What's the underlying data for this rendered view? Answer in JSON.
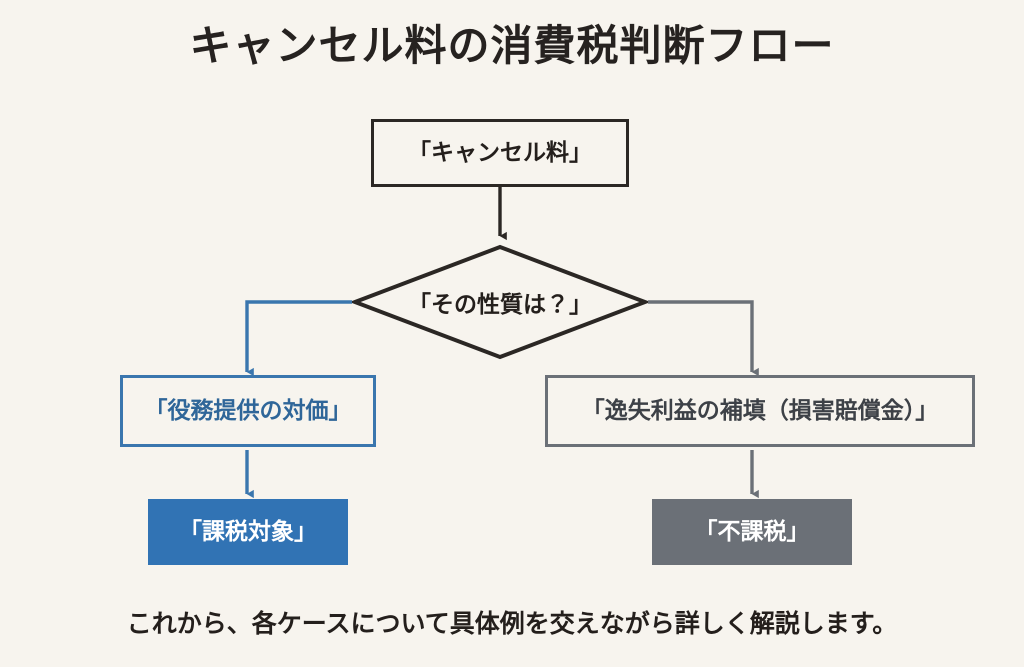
{
  "slide": {
    "title": "キャンセル料の消費税判断フロー",
    "caption": "これから、各ケースについて具体例を交えながら詳しく解説します。",
    "background_color": "#f7f4ee",
    "title_color": "#262220"
  },
  "palette": {
    "dark": "#2b2724",
    "blue": "#3173b4",
    "blue_border": "#3a76ae",
    "blue_text": "#2f6699",
    "gray": "#6b7077",
    "gray_text": "#3d4147",
    "white": "#ffffff",
    "cream": "#f7f4ee"
  },
  "flow": {
    "start": {
      "label": "「キャンセル料」",
      "shape": "rectangle",
      "style": "outline-dark"
    },
    "decision": {
      "label": "「その性質は？」",
      "shape": "diamond",
      "style": "outline-dark"
    },
    "branches": [
      {
        "side": "left",
        "color": "#3173b4",
        "condition_label": "",
        "middle": {
          "label": "「役務提供の対価」",
          "shape": "rectangle",
          "style": "outline-blue"
        },
        "result": {
          "label": "「課税対象」",
          "shape": "rectangle",
          "style": "filled-blue"
        }
      },
      {
        "side": "right",
        "color": "#6b7077",
        "condition_label": "",
        "middle": {
          "label": "「逸失利益の補填（損害賠償金）」",
          "shape": "rectangle",
          "style": "outline-gray"
        },
        "result": {
          "label": "「不課税」",
          "shape": "rectangle",
          "style": "filled-gray"
        }
      }
    ]
  }
}
